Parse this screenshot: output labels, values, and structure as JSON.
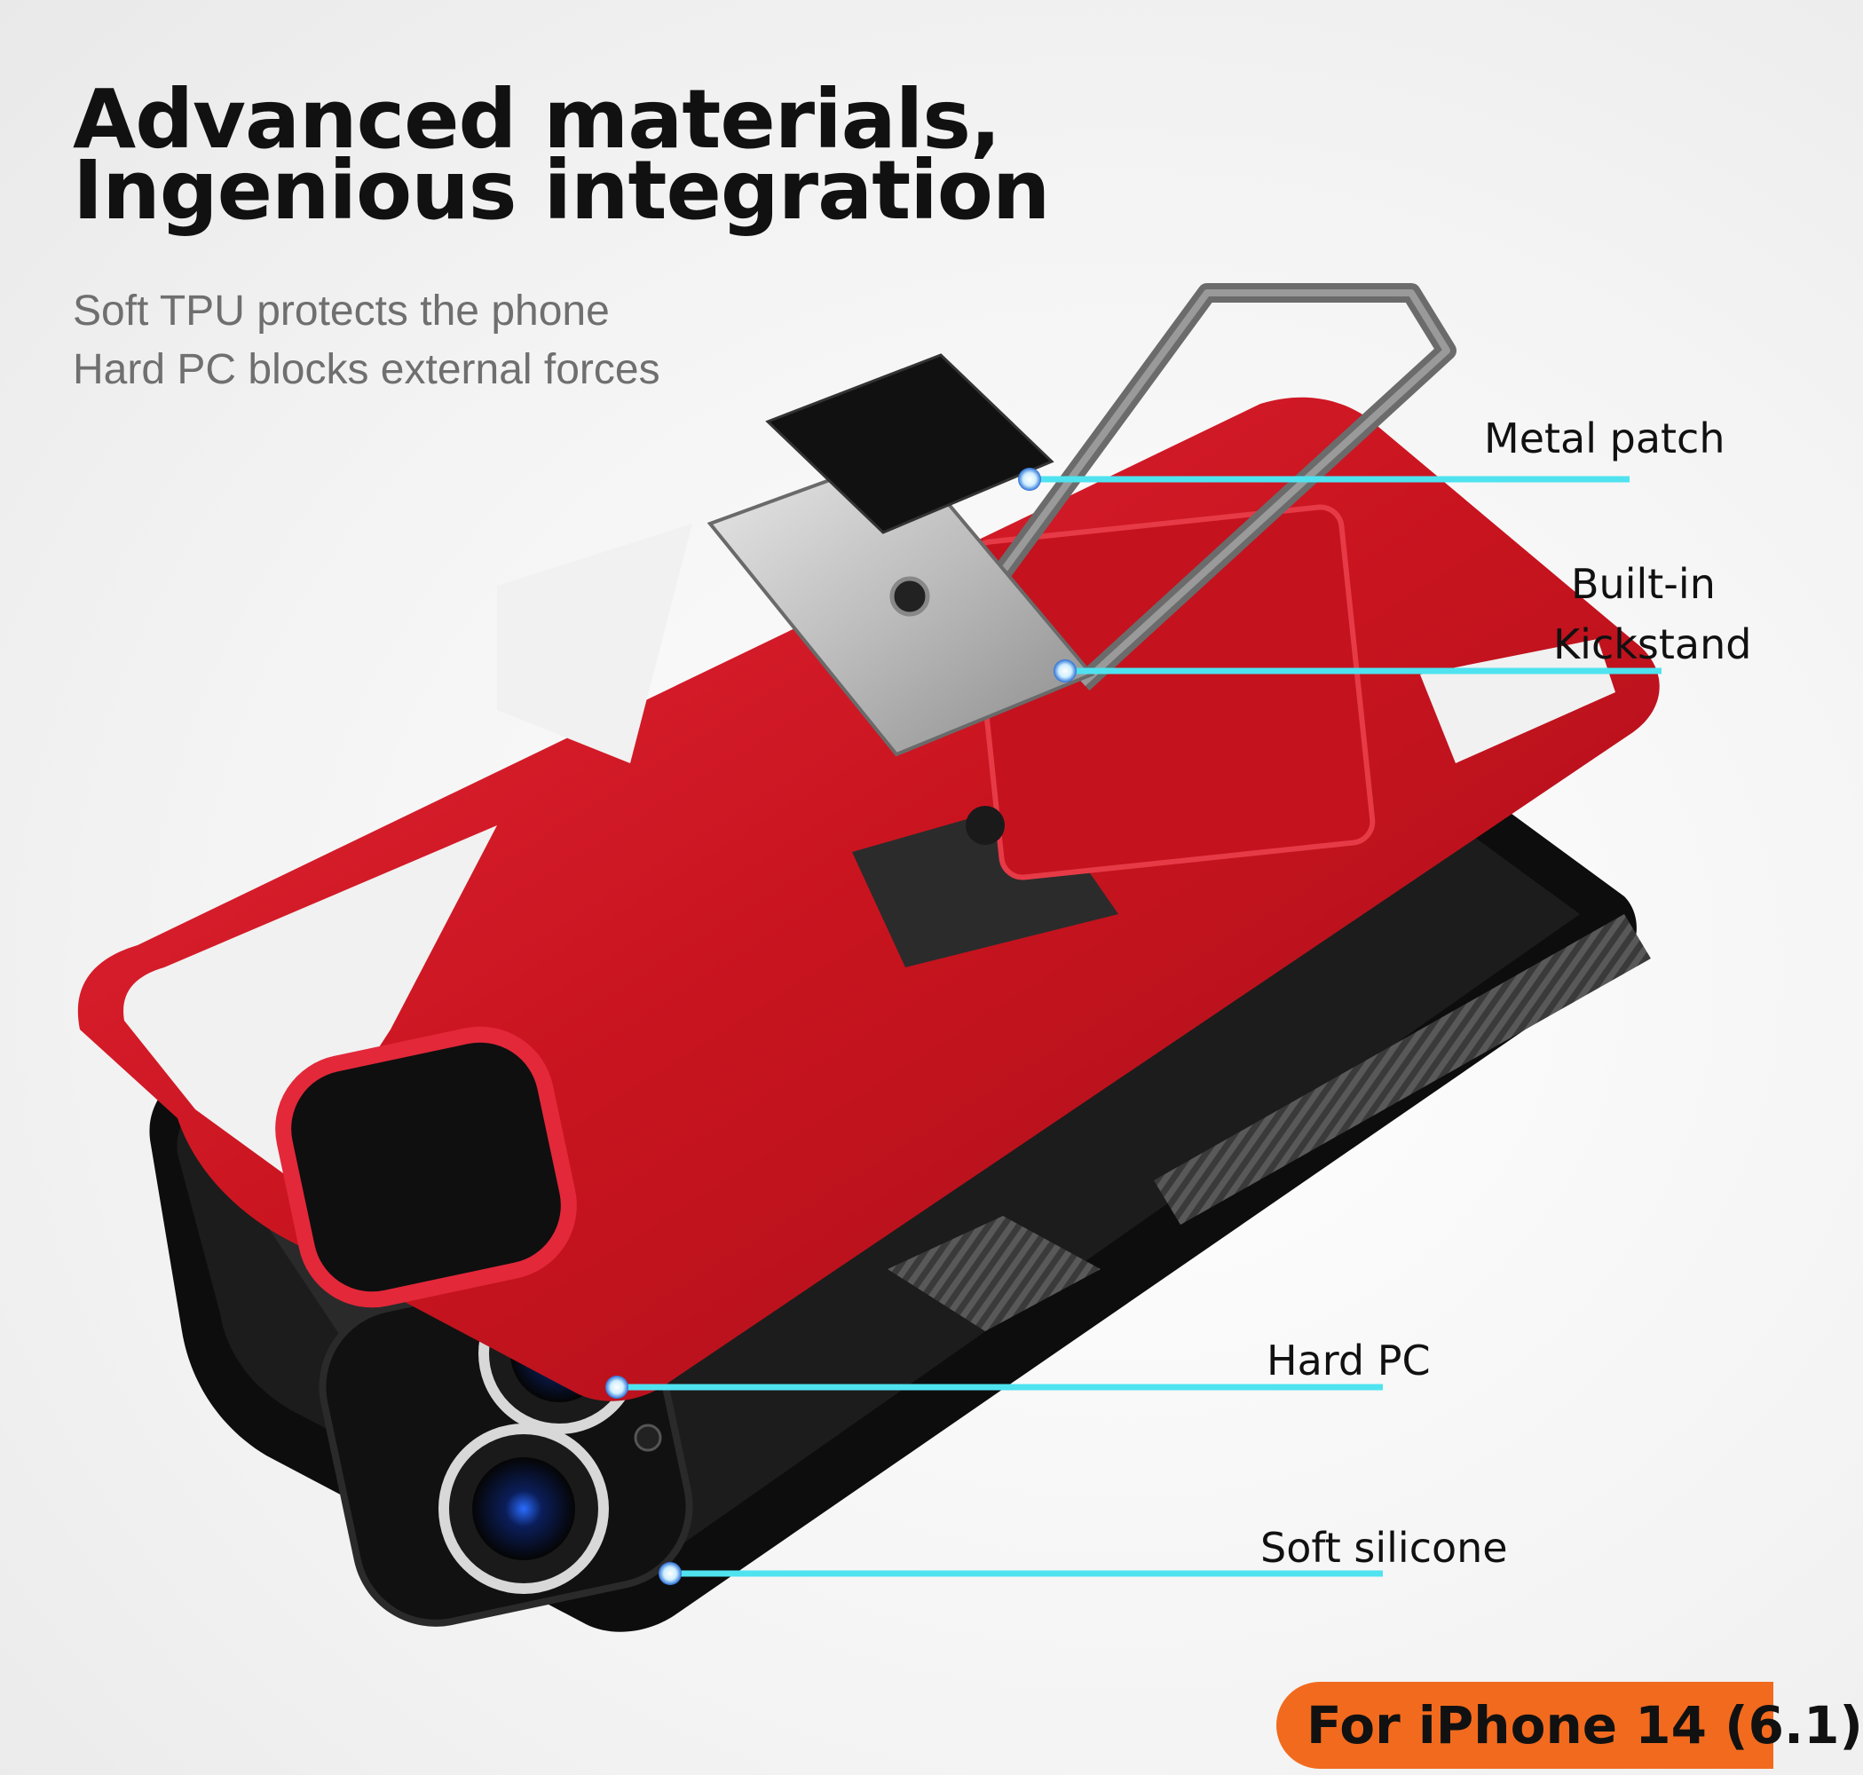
{
  "headline": {
    "line1": "Advanced materials,",
    "line2": "Ingenious integration"
  },
  "subtitle": {
    "line1": "Soft TPU protects the phone",
    "line2": "Hard PC blocks external forces"
  },
  "callouts": {
    "metal_patch": "Metal patch",
    "kickstand_line1": "Built-in",
    "kickstand_line2": "Kickstand",
    "hard_pc": "Hard PC",
    "soft_silicone": "Soft silicone"
  },
  "badge": {
    "text": "For iPhone 14 (6.1)"
  },
  "colors": {
    "case_red": "#d21a2c",
    "tpu_black": "#141414",
    "callout_line": "#4fe3f0",
    "badge": "#f26a1e"
  }
}
